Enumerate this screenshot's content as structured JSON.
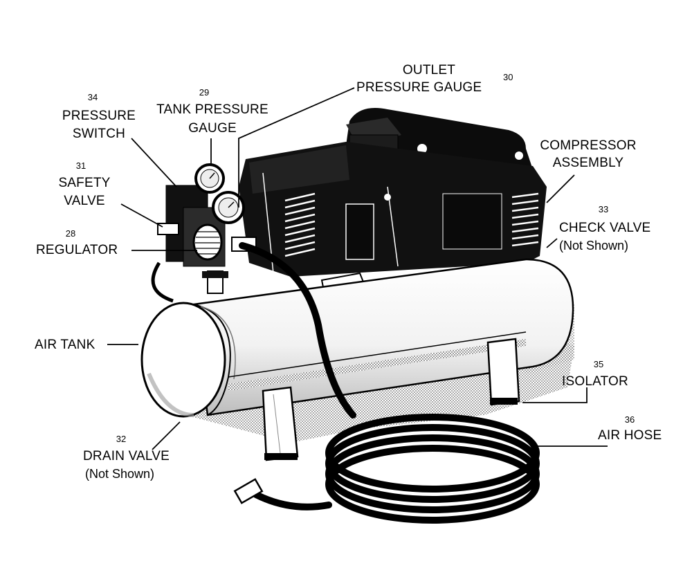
{
  "labels": {
    "outlet_gauge": {
      "name_line1": "OUTLET",
      "name_line2": "PRESSURE GAUGE",
      "number": "30"
    },
    "tank_gauge": {
      "number": "29",
      "name_line1": "TANK PRESSURE",
      "name_line2": "GAUGE"
    },
    "pressure_switch": {
      "number": "34",
      "name_line1": "PRESSURE",
      "name_line2": "SWITCH"
    },
    "safety_valve": {
      "number": "31",
      "name_line1": "SAFETY",
      "name_line2": "VALVE"
    },
    "regulator": {
      "number": "28",
      "name": "REGULATOR"
    },
    "compressor_assembly": {
      "name_line1": "COMPRESSOR",
      "name_line2": "ASSEMBLY"
    },
    "check_valve": {
      "number": "33",
      "name": "CHECK VALVE",
      "note": "(Not Shown)"
    },
    "air_tank": {
      "name": "AIR TANK"
    },
    "isolator": {
      "number": "35",
      "name": "ISOLATOR"
    },
    "air_hose": {
      "number": "36",
      "name": "AIR HOSE"
    },
    "drain_valve": {
      "number": "32",
      "name": "DRAIN VALVE",
      "note": "(Not Shown)"
    }
  },
  "colors": {
    "ink": "#000000",
    "paper": "#ffffff",
    "shade": "#9a9a9a",
    "metal": "#dcdcdc"
  }
}
